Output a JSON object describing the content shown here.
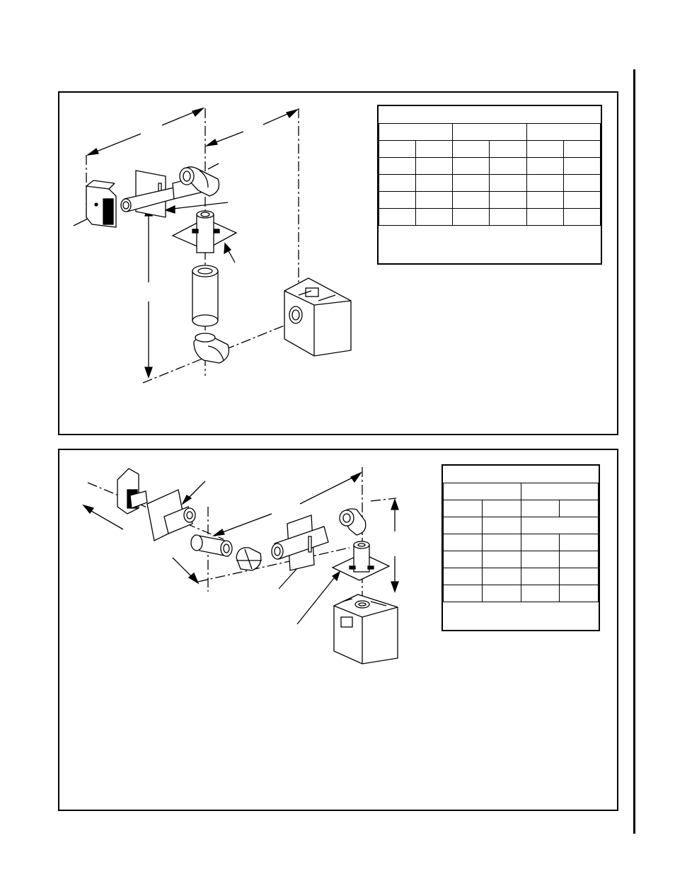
{
  "page": {
    "figure_top": {
      "description_visible": false
    },
    "figure_bottom": {
      "description_visible": false
    }
  },
  "grid_top": {
    "header_rows": 1,
    "group_columns": 3,
    "data_rows": 4,
    "cells": [
      [
        "",
        "",
        "",
        "",
        "",
        ""
      ],
      [
        "",
        "",
        "",
        "",
        "",
        ""
      ],
      [
        "",
        "",
        "",
        "",
        "",
        ""
      ],
      [
        "",
        "",
        "",
        "",
        "",
        ""
      ],
      [
        "",
        "",
        "",
        "",
        "",
        ""
      ]
    ]
  },
  "grid_bottom": {
    "header_rows": 1,
    "group_columns": 2,
    "data_rows": 5,
    "cells": [
      [
        "",
        "",
        "",
        ""
      ],
      [
        "",
        "",
        "",
        ""
      ],
      [
        "",
        "",
        "",
        ""
      ],
      [
        "",
        "",
        "",
        ""
      ],
      [
        "",
        "",
        "",
        ""
      ],
      [
        "",
        "",
        "",
        ""
      ]
    ]
  }
}
